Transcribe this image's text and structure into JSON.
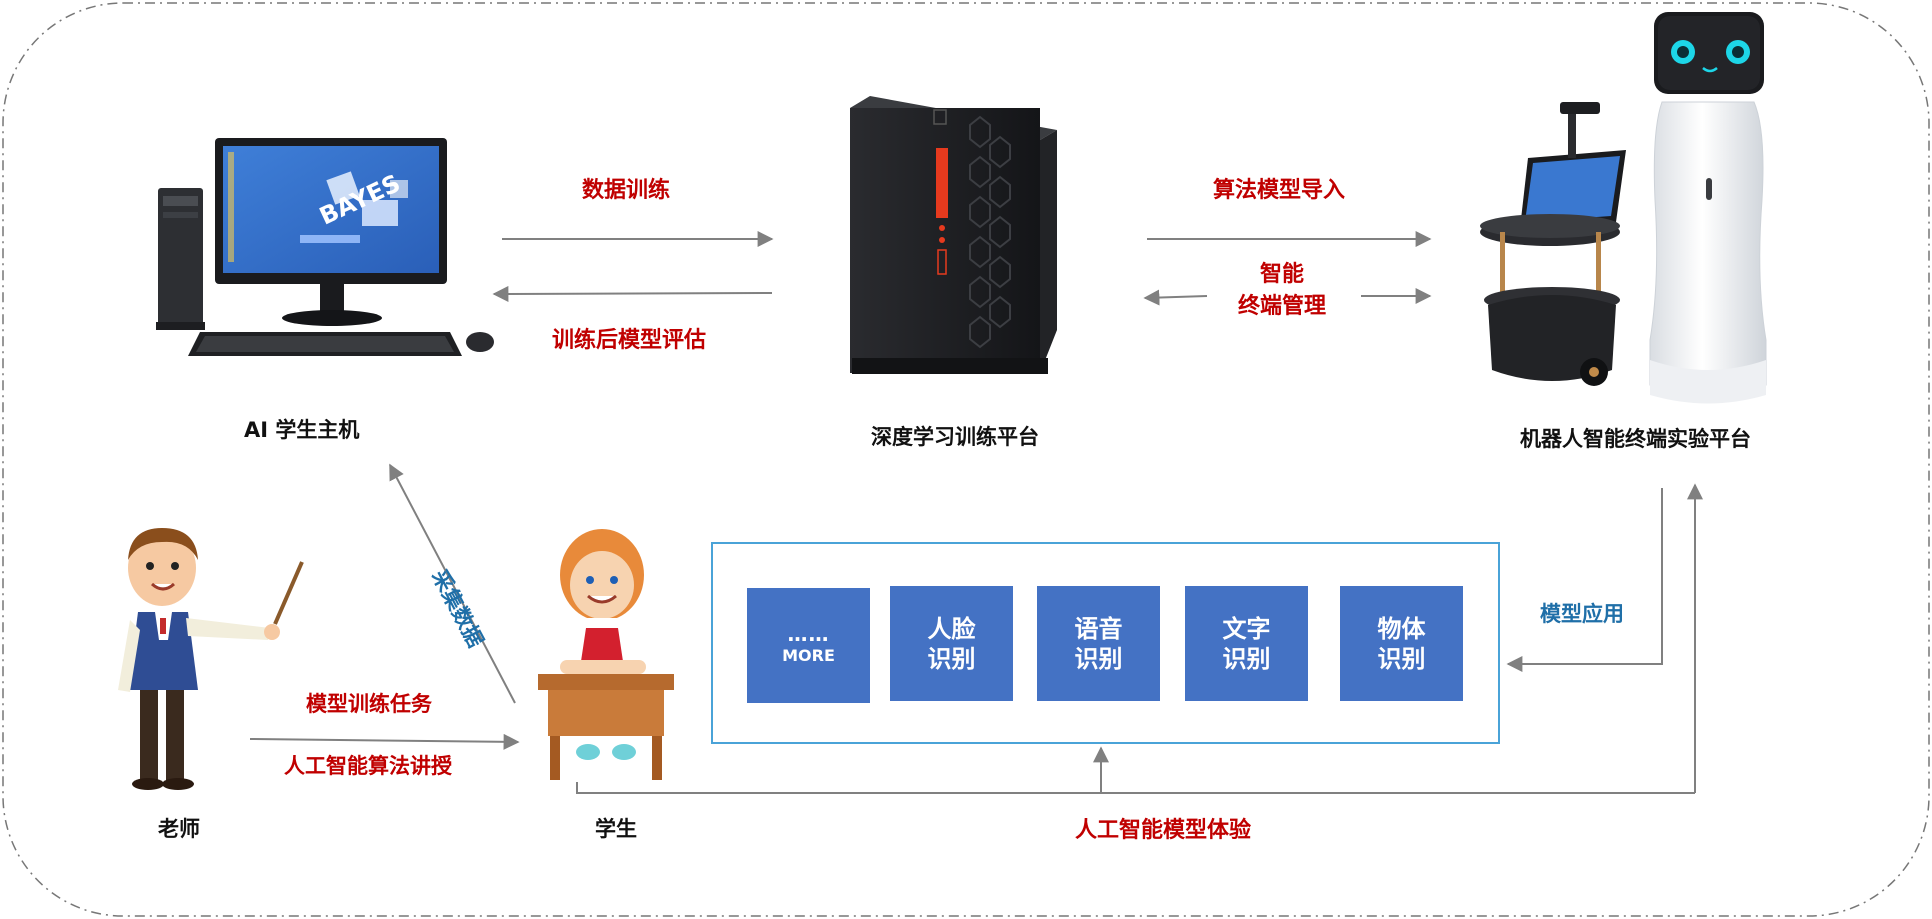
{
  "nodes": {
    "student_pc": "AI 学生主机",
    "training_platform": "深度学习训练平台",
    "robot_platform": "机器人智能终端实验平台",
    "teacher": "老师",
    "student": "学生"
  },
  "edges": {
    "data_training": "数据训练",
    "post_training_eval": "训练后模型评估",
    "algo_import": "算法模型导入",
    "smart_terminal_mgmt_1": "智能",
    "smart_terminal_mgmt_2": "终端管理",
    "collect_data": "采集数据",
    "model_task": "模型训练任务",
    "ai_lecture": "人工智能算法讲授",
    "model_application": "模型应用",
    "ai_experience": "人工智能模型体验"
  },
  "cards": [
    {
      "line1": "……",
      "line2": "MORE"
    },
    {
      "line1": "人脸",
      "line2": "识别"
    },
    {
      "line1": "语音",
      "line2": "识别"
    },
    {
      "line1": "文字",
      "line2": "识别"
    },
    {
      "line1": "物体",
      "line2": "识别"
    }
  ],
  "screen_logo": "BAYES",
  "colors": {
    "red_label": "#c00000",
    "blue_label": "#1f6fa8",
    "card_fill": "#4472c4",
    "box_border": "#4aa3d8",
    "arrow": "#808080",
    "frame": "#777777"
  }
}
